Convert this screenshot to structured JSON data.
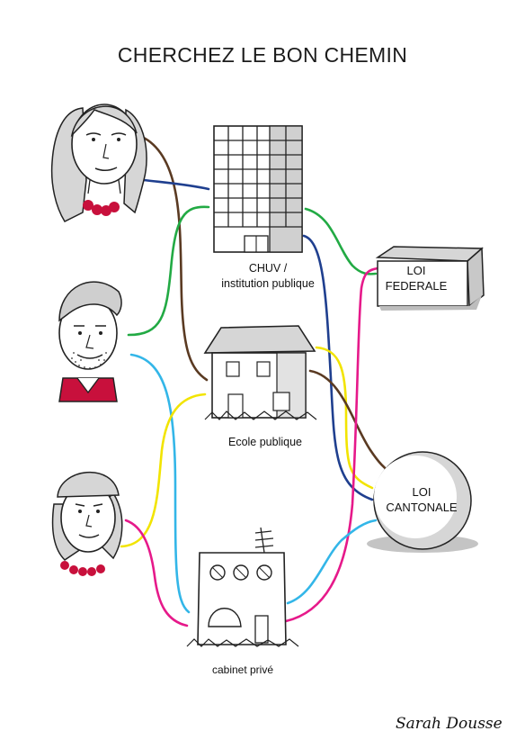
{
  "title": "CHERCHEZ LE BON CHEMIN",
  "buildings": {
    "chuv_label_line1": "CHUV /",
    "chuv_label_line2": "institution publique",
    "ecole_label": "Ecole publique",
    "cabinet_label": "cabinet privé"
  },
  "laws": {
    "federale_line1": "LOI",
    "federale_line2": "FEDERALE",
    "cantonale_line1": "LOI",
    "cantonale_line2": "CANTONALE"
  },
  "signature": "Sarah Dousse",
  "colors": {
    "brown": "#5a3a22",
    "blue": "#1f3f8f",
    "green": "#22aa44",
    "cyan": "#33b6e8",
    "yellow": "#f2e400",
    "magenta": "#e6198a",
    "necklace": "#c8103c",
    "gray": "#c8c8c8"
  }
}
